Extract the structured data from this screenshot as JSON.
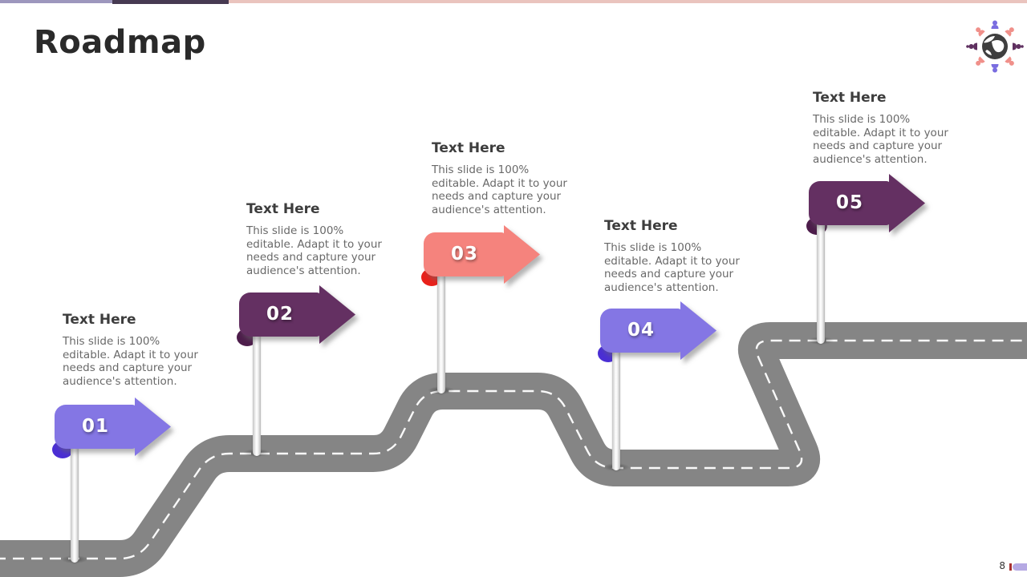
{
  "slide": {
    "title": "Roadmap"
  },
  "top_bar": {
    "segment_colors": [
      "#9d97bd",
      "#473a52",
      "#eac4be"
    ]
  },
  "road": {
    "asphalt_color": "#858585",
    "center_line_color": "#ffffff"
  },
  "milestones": [
    {
      "number": "01",
      "title": "Text Here",
      "description": "This slide is 100%\neditable. Adapt it to your\nneeds and capture your\naudience's attention.",
      "sign_color": "#8476e4",
      "fold_color": "#4b2fd4"
    },
    {
      "number": "02",
      "title": "Text Here",
      "description": "This slide is 100%\neditable. Adapt it to your\nneeds and capture your\naudience's attention.",
      "sign_color": "#643062",
      "fold_color": "#4d1d4b"
    },
    {
      "number": "03",
      "title": "Text Here",
      "description": "This slide is 100%\neditable. Adapt it to your\nneeds and capture your\naudience's attention.",
      "sign_color": "#f5837d",
      "fold_color": "#e9211b"
    },
    {
      "number": "04",
      "title": "Text Here",
      "description": "This slide is 100%\neditable. Adapt it to your\nneeds and capture your\naudience's attention.",
      "sign_color": "#8476e4",
      "fold_color": "#4b2fd4"
    },
    {
      "number": "05",
      "title": "Text Here",
      "description": "This slide is 100%\neditable. Adapt it to your\nneeds and capture your\naudience's attention.",
      "sign_color": "#643062",
      "fold_color": "#4d1d4b"
    }
  ],
  "footer": {
    "page_number": "8",
    "tick_color": "#a83232",
    "bar_color": "#b5a9e3"
  },
  "logo": {
    "globe_color": "#3f3f3f",
    "people_colors": [
      "#7a6de0",
      "#f0908a",
      "#5f3060",
      "#f0908a",
      "#7a6de0",
      "#f0908a",
      "#5f3060",
      "#f0908a"
    ]
  }
}
